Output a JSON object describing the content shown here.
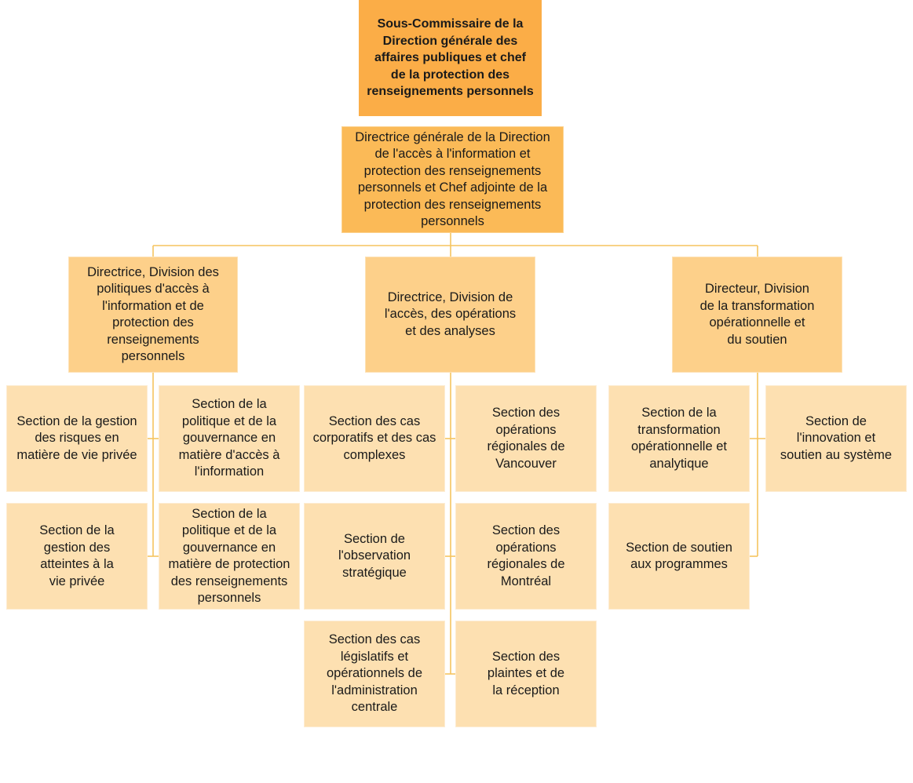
{
  "nodes": {
    "top": "Sous-Commissaire  de la\nDirection générale des\naffaires publiques et chef\nde la protection des\nrenseignements personnels",
    "dg": "Directrice générale de la Direction\nde l'accès à l'information et\nprotection des renseignements\npersonnels et Chef adjointe de la\nprotection des renseignements\npersonnels",
    "div_policy": "Directrice, Division des\npolitiques d'accès à\nl'information et de\nprotection des\nrenseignements\npersonnels",
    "div_access": "Directrice, Division de\nl'accès, des opérations\net des analyses",
    "div_transform": "Directeur, Division\nde la transformation\nopérationnelle et\ndu soutien",
    "sec_privacy_risk": "Section de la gestion\ndes risques en\nmatière de vie privée",
    "sec_privacy_breach": "Section de la\ngestion des\natteintes à la\nvie privée",
    "sec_policy_atip": "Section de la\npolitique et de la\ngouvernance en\nmatière d'accès à\nl'information",
    "sec_policy_privacy": "Section de la\npolitique et de la\ngouvernance en\nmatière de protection\ndes renseignements\npersonnels",
    "sec_corporate_cases": "Section des cas\ncorporatifs et des cas\ncomplexes",
    "sec_strategic_observation": "Section de\nl'observation\nstratégique",
    "sec_legislative_cases": "Section des cas\nlégislatifs et\nopérationnels de\nl'administration\ncentrale",
    "sec_ops_vancouver": "Section des\nopérations\nrégionales de\nVancouver",
    "sec_ops_montreal": "Section des\nopérations\nrégionales de\nMontréal",
    "sec_complaints": "Section des\nplaintes et de\nla réception",
    "sec_transformation_analytics": "Section de la\ntransformation\nopérationnelle et\nanalytique",
    "sec_program_support": "Section de soutien\naux programmes",
    "sec_innovation": "Section de\nl'innovation et\nsoutien au système"
  },
  "colors": {
    "level0": "#fbad47",
    "level1": "#fbba57",
    "level2": "#fdd08a",
    "level3": "#fde0b1",
    "connector": "#f5c45f"
  }
}
